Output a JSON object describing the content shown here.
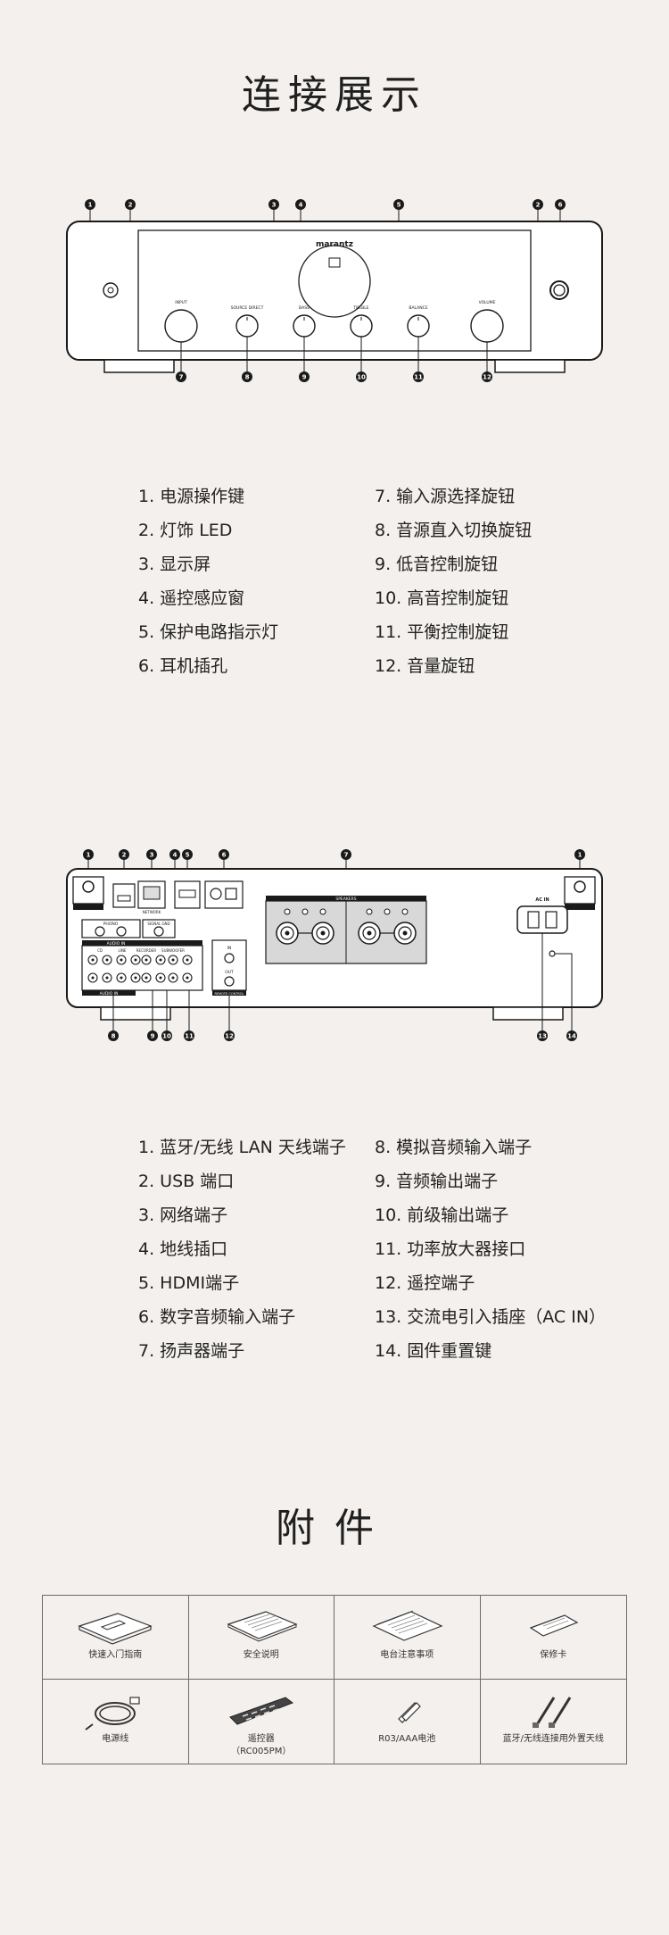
{
  "sections": {
    "connect_title": "连接展示",
    "accessories_title": "附件"
  },
  "front_panel": {
    "brand": "marantz",
    "knob_labels": [
      "INPUT",
      "SOURCE DIRECT",
      "BASS",
      "TREBLE",
      "BALANCE",
      "VOLUME"
    ],
    "callouts_top": [
      "1",
      "2",
      "3",
      "4",
      "5",
      "2",
      "6"
    ],
    "callouts_bottom": [
      "7",
      "8",
      "9",
      "10",
      "11",
      "12"
    ],
    "items_left": [
      "1. 电源操作键",
      "2. 灯饰 LED",
      "3. 显示屏",
      "4. 遥控感应窗",
      "5. 保护电路指示灯",
      "6. 耳机插孔"
    ],
    "items_right": [
      "7. 输入源选择旋钮",
      "8. 音源直入切换旋钮",
      "9. 低音控制旋钮",
      "10. 高音控制旋钮",
      "11. 平衡控制旋钮",
      "12. 音量旋钮"
    ]
  },
  "rear_panel": {
    "labels": {
      "speakers": "SPEAKERS",
      "ac_in": "AC IN",
      "audio_in": "AUDIO IN",
      "phono": "PHONO",
      "signal_gnd": "SIGNAL GND",
      "network": "NETWORK",
      "remote": "REMOTE CONTROL",
      "in": "IN",
      "out": "OUT",
      "cd": "CD",
      "line": "LINE",
      "recorder": "RECORDER",
      "subwoofer": "SUBWOOFER"
    },
    "callouts_top": [
      "1",
      "2",
      "3",
      "4",
      "5",
      "6",
      "7",
      "1"
    ],
    "callouts_bottom": [
      "8",
      "9",
      "10",
      "11",
      "12",
      "13",
      "14"
    ],
    "items_left": [
      "1. 蓝牙/无线 LAN 天线端子",
      "2. USB 端口",
      "3. 网络端子",
      "4. 地线插口",
      "5. HDMI端子",
      "6. 数字音频输入端子",
      "7. 扬声器端子"
    ],
    "items_right": [
      "8. 模拟音频输入端子",
      "9. 音频输出端子",
      "10. 前级输出端子",
      "11. 功率放大器接口",
      "12. 遥控端子",
      "13. 交流电引入插座（AC IN）",
      "14. 固件重置键"
    ]
  },
  "accessories": [
    {
      "name": "快速入门指南",
      "icon": "guide-book-icon"
    },
    {
      "name": "安全说明",
      "icon": "safety-sheet-icon"
    },
    {
      "name": "电台注意事项",
      "icon": "notice-sheet-icon"
    },
    {
      "name": "保修卡",
      "icon": "warranty-card-icon"
    },
    {
      "name": "电源线",
      "icon": "power-cord-icon"
    },
    {
      "name": "遥控器",
      "sub": "（RC005PM）",
      "icon": "remote-control-icon"
    },
    {
      "name": "R03/AAA电池",
      "icon": "battery-icon"
    },
    {
      "name": "蓝牙/无线连接用外置天线",
      "icon": "antenna-icon"
    }
  ],
  "colors": {
    "background": "#f3f0ed",
    "line": "#1a1a1a",
    "panel_fill": "#ffffff",
    "speaker_fill": "#d8d8d8"
  }
}
